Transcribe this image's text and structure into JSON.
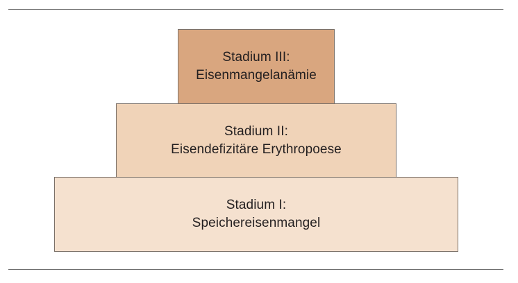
{
  "diagram": {
    "colors": {
      "stage3_fill": "#d9a67f",
      "stage2_fill": "#f0d3b8",
      "stage1_fill": "#f5e1cf",
      "border": "#7a7068",
      "rule": "#6f6f6f",
      "text": "#231f20"
    },
    "stages": [
      {
        "level": "III",
        "title": "Stadium III:",
        "name": "Eisenmangelanämie"
      },
      {
        "level": "II",
        "title": "Stadium II:",
        "name": "Eisendefizitäre Erythropoese"
      },
      {
        "level": "I",
        "title": "Stadium I:",
        "name": "Speichereisenmangel"
      }
    ]
  }
}
